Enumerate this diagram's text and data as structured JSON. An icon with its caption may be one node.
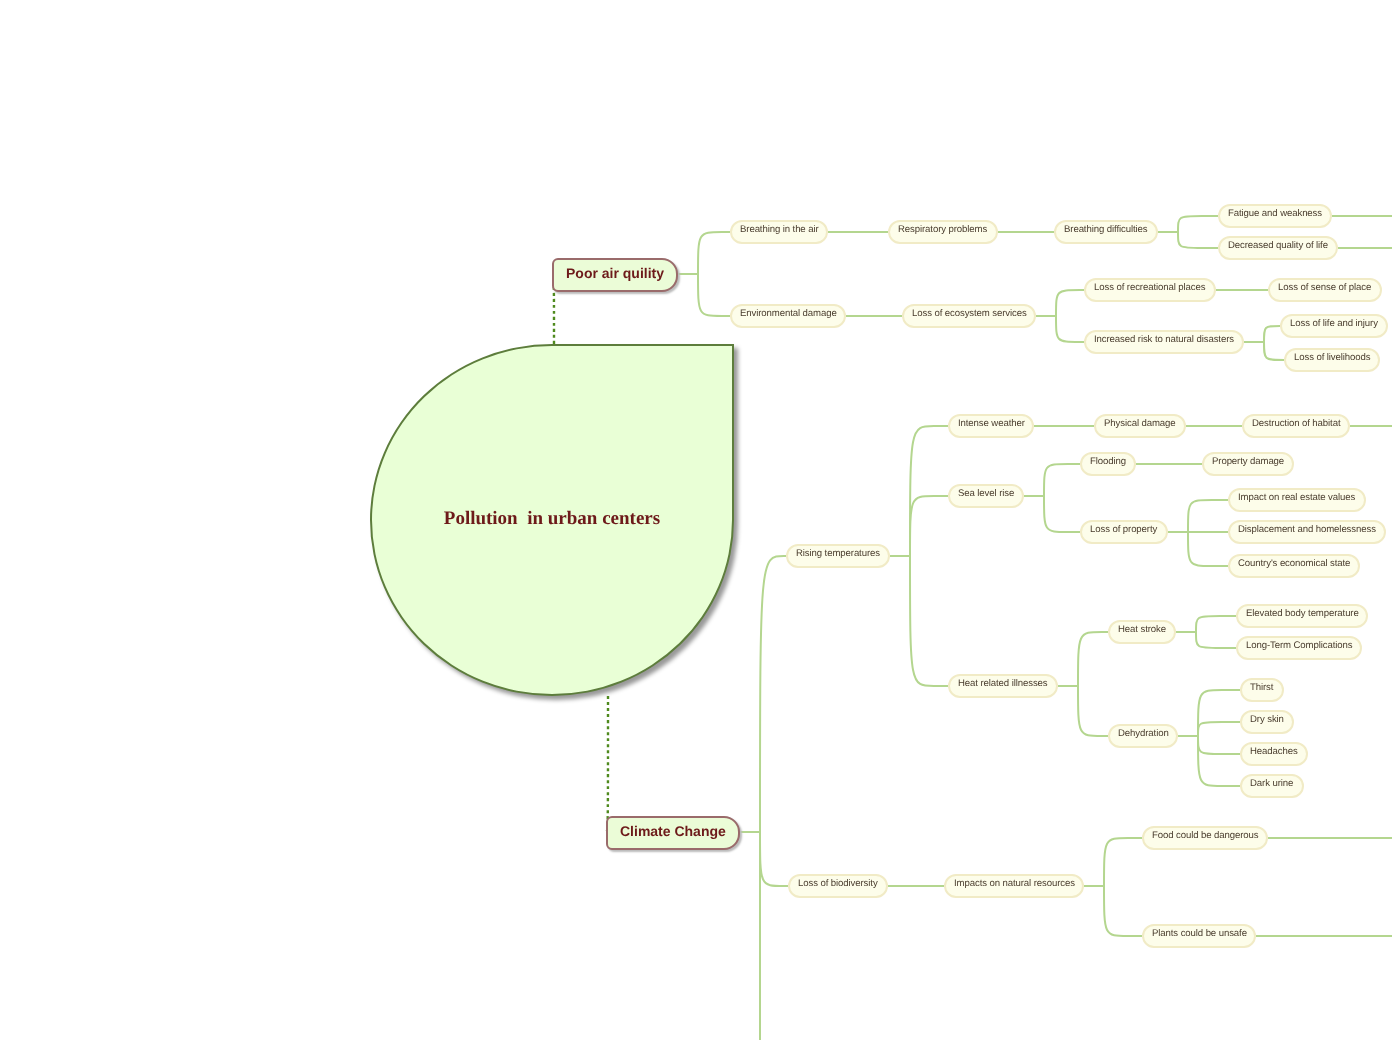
{
  "diagram": {
    "nodes": [
      {
        "text": [
          "Pollution  in urban centers"
        ]
      },
      {
        "text": [
          "Poor air quility"
        ]
      },
      {
        "text": [
          "Breathing in the air"
        ]
      },
      {
        "text": [
          "Respiratory problems"
        ]
      },
      {
        "text": [
          "Breathing difficulties"
        ]
      },
      {
        "text": [
          "Fatigue and weakness"
        ]
      },
      {
        "text": [
          "Decreased quality of life"
        ]
      },
      {
        "text": [
          "Environmental damage"
        ]
      },
      {
        "text": [
          "Loss of ecosystem services"
        ]
      },
      {
        "text": [
          "Loss of recreational places"
        ]
      },
      {
        "text": [
          "Loss of sense of place"
        ]
      },
      {
        "text": [
          "Increased risk to natural disasters"
        ]
      },
      {
        "text": [
          "Loss of life and injury"
        ]
      },
      {
        "text": [
          "Loss of livelihoods"
        ]
      },
      {
        "text": [
          "Climate Change"
        ]
      },
      {
        "text": [
          "Rising temperatures"
        ]
      },
      {
        "text": [
          "Intense weather"
        ]
      },
      {
        "text": [
          "Physical damage"
        ]
      },
      {
        "text": [
          "Destruction of habitat"
        ]
      },
      {
        "text": [
          "Sea level rise"
        ]
      },
      {
        "text": [
          "Flooding"
        ]
      },
      {
        "text": [
          "Property damage"
        ]
      },
      {
        "text": [
          "Loss of property"
        ]
      },
      {
        "text": [
          "Impact on real estate values"
        ]
      },
      {
        "text": [
          "Displacement and homelessness"
        ]
      },
      {
        "text": [
          "Country's economical state"
        ]
      },
      {
        "text": [
          "Heat related illnesses"
        ]
      },
      {
        "text": [
          "Heat stroke"
        ]
      },
      {
        "text": [
          "Elevated body temperature"
        ]
      },
      {
        "text": [
          "Long-Term Complications"
        ]
      },
      {
        "text": [
          "Dehydration"
        ]
      },
      {
        "text": [
          "Thirst"
        ]
      },
      {
        "text": [
          "Dry skin"
        ]
      },
      {
        "text": [
          "Headaches"
        ]
      },
      {
        "text": [
          "Dark urine"
        ]
      },
      {
        "text": [
          "Loss of biodiversity"
        ]
      },
      {
        "text": [
          "Impacts on natural resources"
        ]
      },
      {
        "text": [
          "Food could be dangerous"
        ]
      },
      {
        "text": [
          "Plants could be unsafe"
        ]
      }
    ],
    "edges": [
      {
        "from": 0,
        "to": 1,
        "arrow": "none",
        "style": "dashed",
        "color": "#4f8a1e"
      },
      {
        "from": 0,
        "to": 14,
        "arrow": "none",
        "style": "dashed",
        "color": "#4f8a1e"
      },
      {
        "from": 1,
        "to": 2,
        "arrow": "none"
      },
      {
        "from": 2,
        "to": 3,
        "arrow": "none"
      },
      {
        "from": 3,
        "to": 4,
        "arrow": "none"
      },
      {
        "from": 4,
        "to": 5,
        "arrow": "none"
      },
      {
        "from": 4,
        "to": 6,
        "arrow": "none"
      },
      {
        "from": 5,
        "to": null,
        "arrow": "none"
      },
      {
        "from": 6,
        "to": null,
        "arrow": "none"
      },
      {
        "from": 1,
        "to": 7,
        "arrow": "none"
      },
      {
        "from": 7,
        "to": 8,
        "arrow": "none"
      },
      {
        "from": 8,
        "to": 9,
        "arrow": "none"
      },
      {
        "from": 9,
        "to": 10,
        "arrow": "none"
      },
      {
        "from": 8,
        "to": 11,
        "arrow": "none"
      },
      {
        "from": 11,
        "to": 12,
        "arrow": "none"
      },
      {
        "from": 11,
        "to": 13,
        "arrow": "none"
      },
      {
        "from": 14,
        "to": 15,
        "arrow": "none"
      },
      {
        "from": 15,
        "to": 16,
        "arrow": "none"
      },
      {
        "from": 16,
        "to": 17,
        "arrow": "none"
      },
      {
        "from": 17,
        "to": 18,
        "arrow": "none"
      },
      {
        "from": 18,
        "to": null,
        "arrow": "none"
      },
      {
        "from": 15,
        "to": 19,
        "arrow": "none"
      },
      {
        "from": 19,
        "to": 20,
        "arrow": "none"
      },
      {
        "from": 20,
        "to": 21,
        "arrow": "none"
      },
      {
        "from": 19,
        "to": 22,
        "arrow": "none"
      },
      {
        "from": 22,
        "to": 23,
        "arrow": "none"
      },
      {
        "from": 22,
        "to": 24,
        "arrow": "none"
      },
      {
        "from": 22,
        "to": 25,
        "arrow": "none"
      },
      {
        "from": 15,
        "to": 26,
        "arrow": "none"
      },
      {
        "from": 26,
        "to": 27,
        "arrow": "none"
      },
      {
        "from": 27,
        "to": 28,
        "arrow": "none"
      },
      {
        "from": 27,
        "to": 29,
        "arrow": "none"
      },
      {
        "from": 26,
        "to": 30,
        "arrow": "none"
      },
      {
        "from": 30,
        "to": 31,
        "arrow": "none"
      },
      {
        "from": 30,
        "to": 32,
        "arrow": "none"
      },
      {
        "from": 30,
        "to": 33,
        "arrow": "none"
      },
      {
        "from": 30,
        "to": 34,
        "arrow": "none"
      },
      {
        "from": 14,
        "to": 35,
        "arrow": "none"
      },
      {
        "from": 35,
        "to": 36,
        "arrow": "none"
      },
      {
        "from": 36,
        "to": 37,
        "arrow": "none"
      },
      {
        "from": 37,
        "to": null,
        "arrow": "none"
      },
      {
        "from": 36,
        "to": 38,
        "arrow": "none"
      },
      {
        "from": 38,
        "to": null,
        "arrow": "none"
      },
      {
        "from": 14,
        "to": null,
        "arrow": "none"
      }
    ]
  }
}
